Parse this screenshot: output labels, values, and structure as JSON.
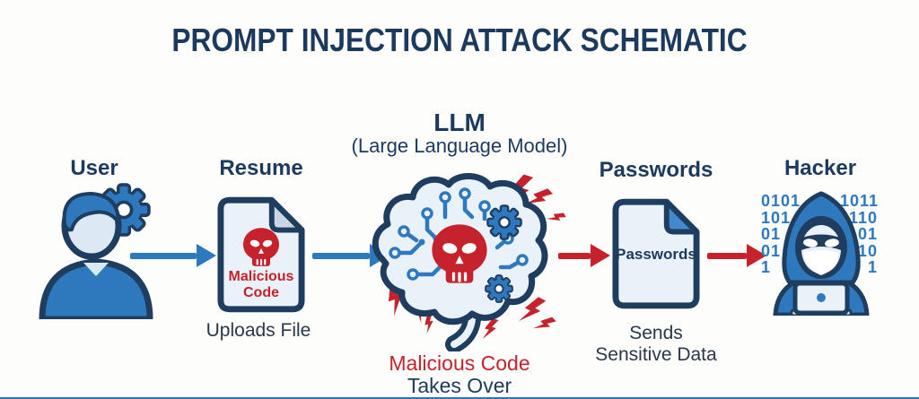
{
  "title": "PROMPT INJECTION ATTACK SCHEMATIC",
  "palette": {
    "navy": "#1c3a5e",
    "blue": "#2e79be",
    "light_blue": "#eaf2f9",
    "red": "#c5222b",
    "fold_gray": "#c9d6e4",
    "fold_blue": "#4089cc"
  },
  "nodes": {
    "user": {
      "label": "User",
      "icon": "user-with-gear-icon"
    },
    "resume": {
      "label": "Resume",
      "icon": "malicious-document-icon",
      "doc_line1": "Malicious",
      "doc_line2": "Code",
      "caption": "Uploads File"
    },
    "llm": {
      "label": "LLM",
      "sublabel": "(Large Language Model)",
      "icon": "circuit-brain-skull-icon",
      "caption_line1": "Malicious Code",
      "caption_line2": "Takes Over"
    },
    "passwords": {
      "label": "Passwords",
      "icon": "passwords-document-icon",
      "doc_text": "Passwords",
      "caption_line1": "Sends",
      "caption_line2": "Sensitive Data"
    },
    "hacker": {
      "label": "Hacker",
      "icon": "hooded-hacker-icon",
      "binary_left": [
        "0101",
        "101",
        "01",
        "01",
        "1"
      ],
      "binary_right": [
        "1011",
        "110",
        "01",
        "10",
        "1"
      ]
    }
  },
  "arrows": [
    {
      "name": "user-to-resume",
      "color": "#2e79be"
    },
    {
      "name": "resume-to-llm",
      "color": "#2e79be"
    },
    {
      "name": "llm-to-passwords",
      "color": "#c5222b"
    },
    {
      "name": "passwords-to-hacker",
      "color": "#c5222b"
    }
  ]
}
